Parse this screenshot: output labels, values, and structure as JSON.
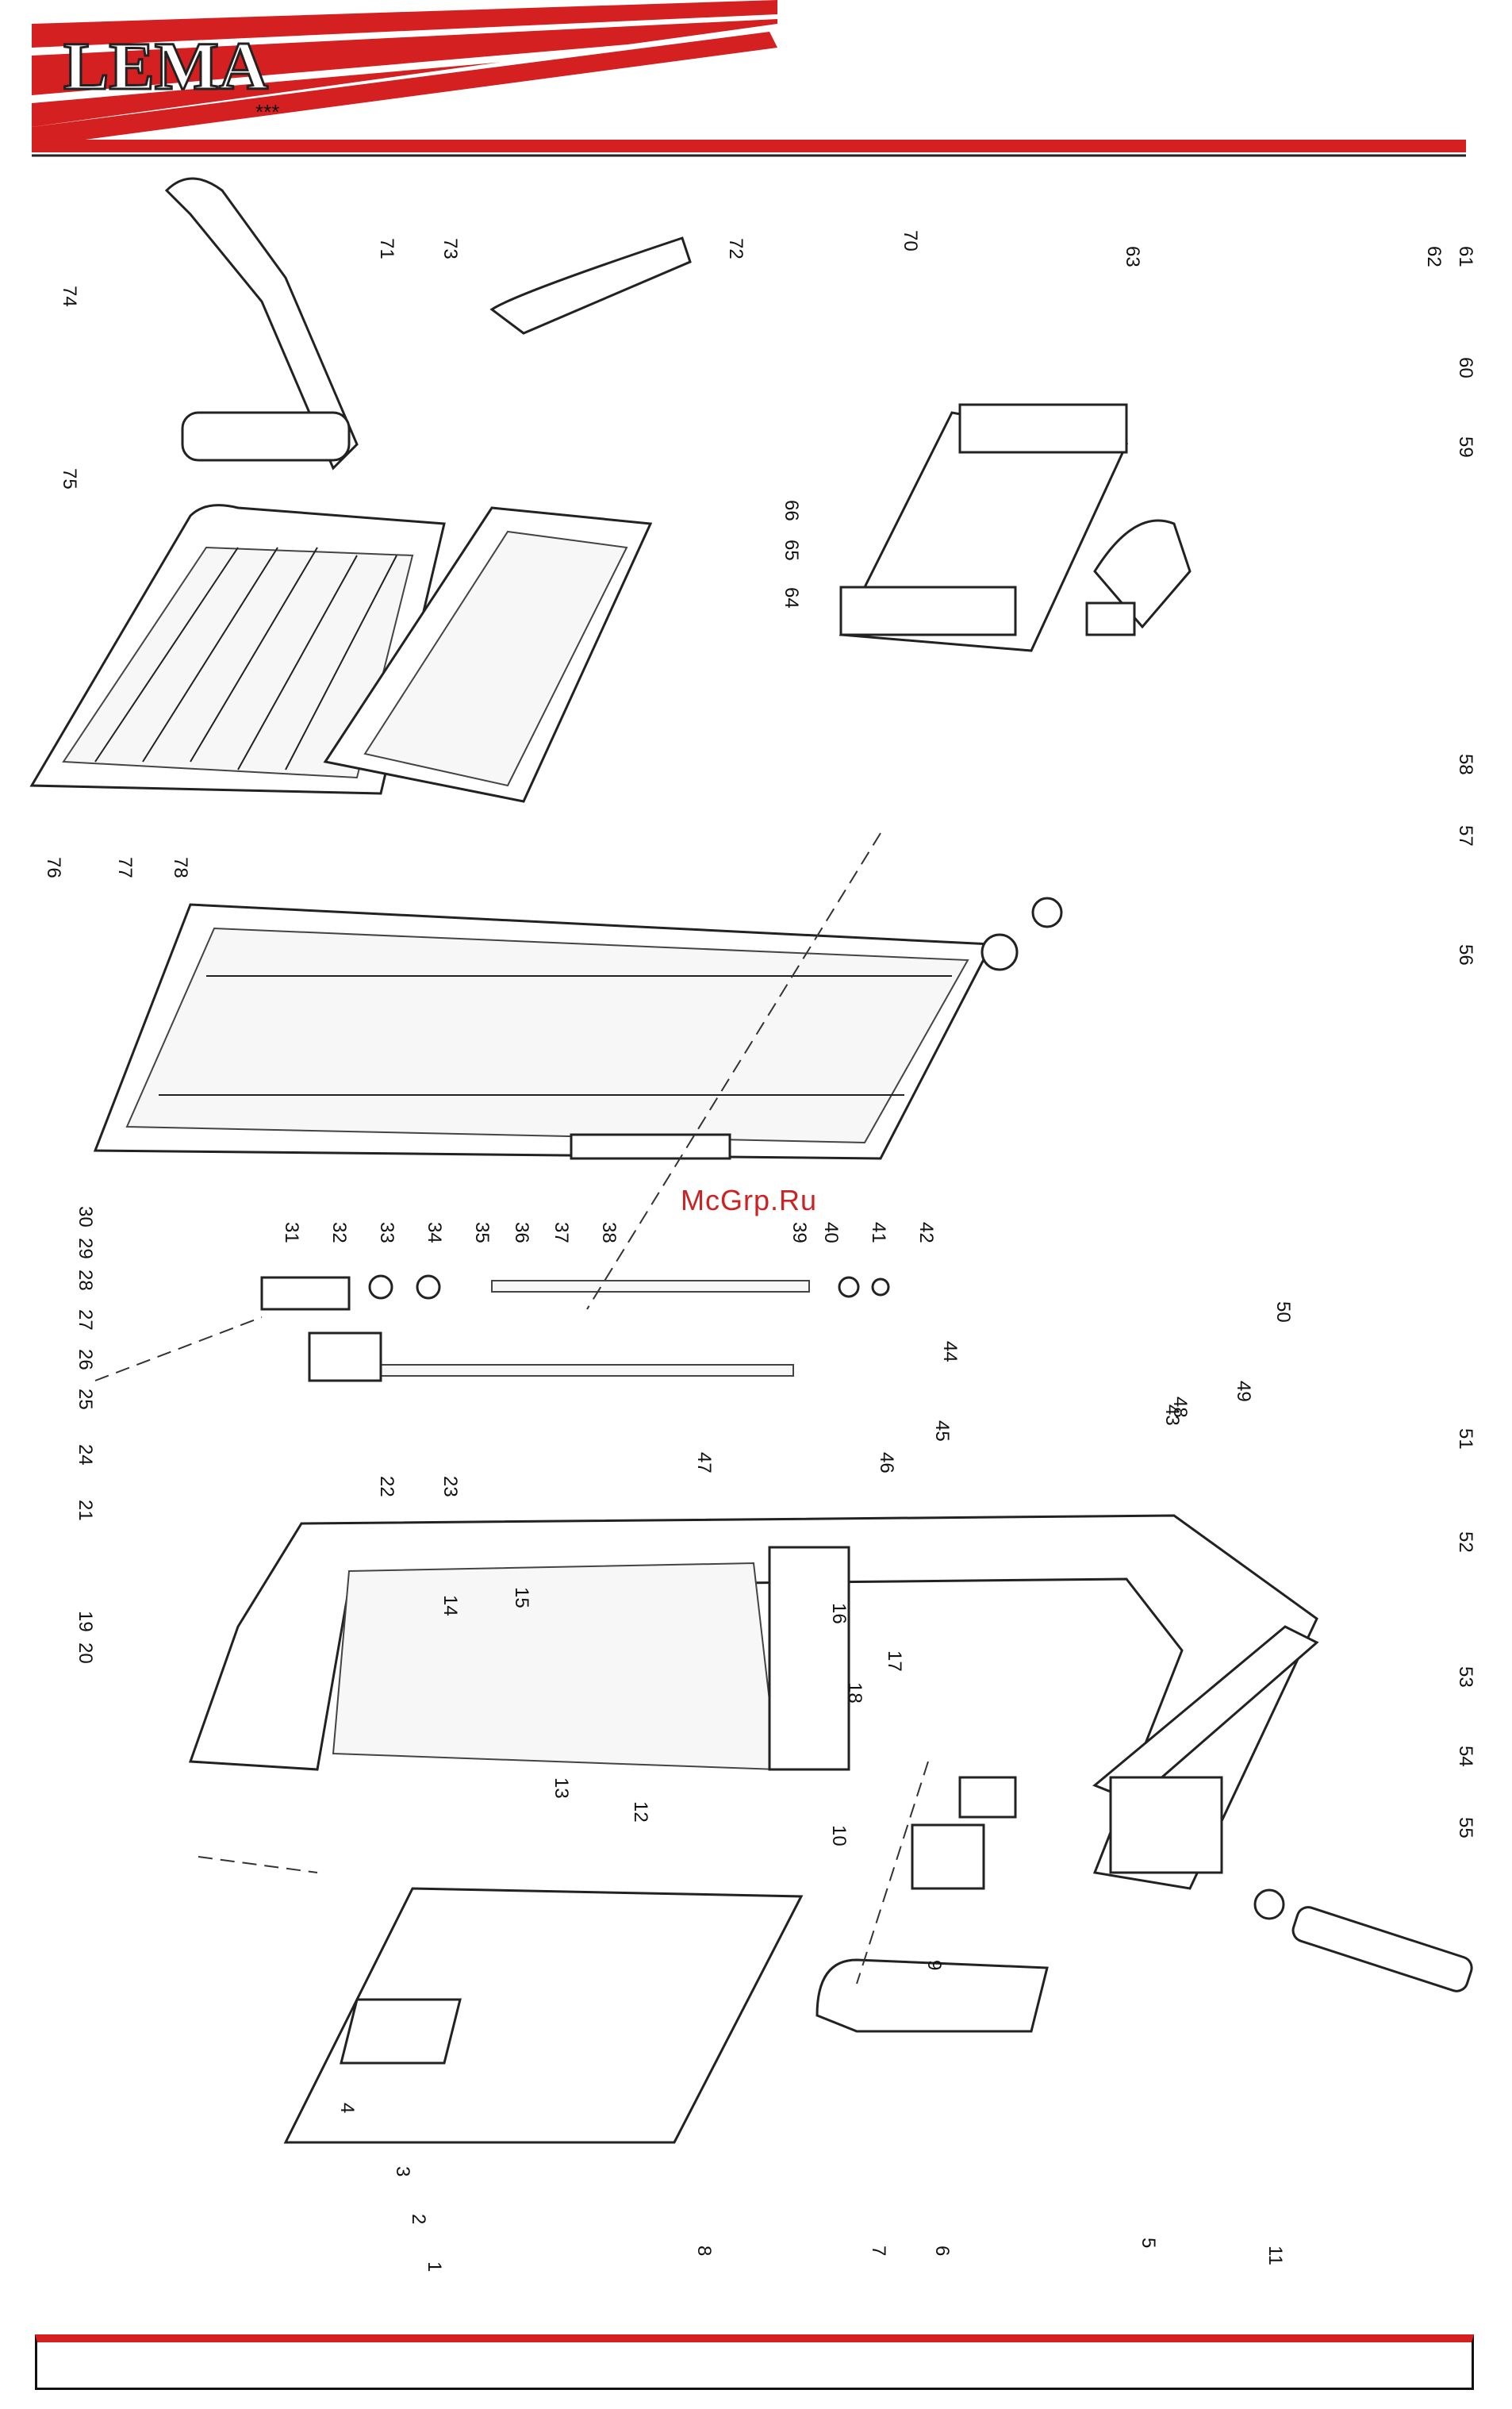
{
  "brand": {
    "logo_text": "LEMA",
    "stars": "***",
    "accent_color": "#d42020"
  },
  "watermark": "McGrp.Ru",
  "part_labels": [
    "1",
    "2",
    "3",
    "4",
    "5",
    "6",
    "7",
    "8",
    "9",
    "10",
    "11",
    "12",
    "13",
    "14",
    "15",
    "16",
    "17",
    "18",
    "19",
    "20",
    "21",
    "22",
    "23",
    "24",
    "25",
    "26",
    "27",
    "28",
    "29",
    "30",
    "31",
    "32",
    "33",
    "34",
    "35",
    "36",
    "37",
    "38",
    "39",
    "40",
    "41",
    "42",
    "43",
    "44",
    "45",
    "46",
    "47",
    "48",
    "49",
    "50",
    "51",
    "52",
    "53",
    "54",
    "55",
    "56",
    "57",
    "58",
    "59",
    "60",
    "61",
    "62",
    "63",
    "64",
    "65",
    "66",
    "70",
    "71",
    "72",
    "73",
    "74",
    "75",
    "76",
    "77",
    "78"
  ]
}
